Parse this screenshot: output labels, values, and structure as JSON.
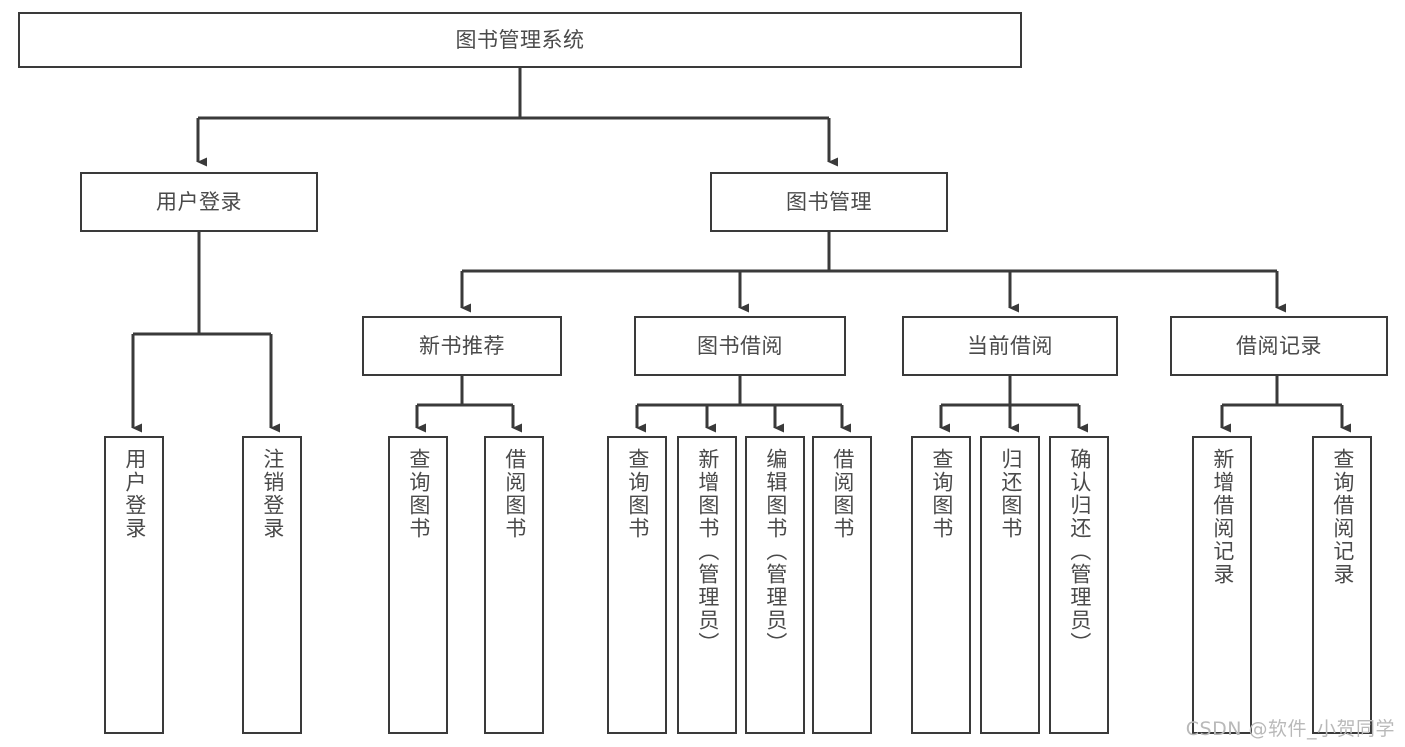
{
  "diagram": {
    "type": "tree",
    "title": "图书管理系统",
    "colors": {
      "box_border": "#3a3a3a",
      "box_fill": "#ffffff",
      "text": "#4a4a4a",
      "edge": "#3a3a3a",
      "watermark": "#b9b9b9"
    },
    "root": {
      "label": "图书管理系统"
    },
    "level1": [
      {
        "id": "user-login",
        "label": "用户登录"
      },
      {
        "id": "book-manage",
        "label": "图书管理"
      }
    ],
    "level2": [
      {
        "id": "new-book-recommend",
        "label": "新书推荐"
      },
      {
        "id": "book-borrow",
        "label": "图书借阅"
      },
      {
        "id": "current-borrow",
        "label": "当前借阅"
      },
      {
        "id": "borrow-record",
        "label": "借阅记录"
      }
    ],
    "leaves": {
      "user-login": [
        {
          "id": "leaf-user-login",
          "label": "用户登录"
        },
        {
          "id": "leaf-logout-login",
          "label": "注销登录"
        }
      ],
      "new-book-recommend": [
        {
          "id": "leaf-query-book-1",
          "label": "查询图书"
        },
        {
          "id": "leaf-borrow-book-1",
          "label": "借阅图书"
        }
      ],
      "book-borrow": [
        {
          "id": "leaf-query-book-2",
          "label": "查询图书"
        },
        {
          "id": "leaf-add-book",
          "label": "新增图书（管理员）"
        },
        {
          "id": "leaf-edit-book",
          "label": "编辑图书（管理员）"
        },
        {
          "id": "leaf-borrow-book-2",
          "label": "借阅图书"
        }
      ],
      "current-borrow": [
        {
          "id": "leaf-query-book-3",
          "label": "查询图书"
        },
        {
          "id": "leaf-return-book",
          "label": "归还图书"
        },
        {
          "id": "leaf-confirm-return",
          "label": "确认归还（管理员）"
        }
      ],
      "borrow-record": [
        {
          "id": "leaf-add-record",
          "label": "新增借阅记录"
        },
        {
          "id": "leaf-query-record",
          "label": "查询借阅记录"
        }
      ]
    }
  },
  "watermark": {
    "text": "CSDN @软件_小贺同学"
  }
}
